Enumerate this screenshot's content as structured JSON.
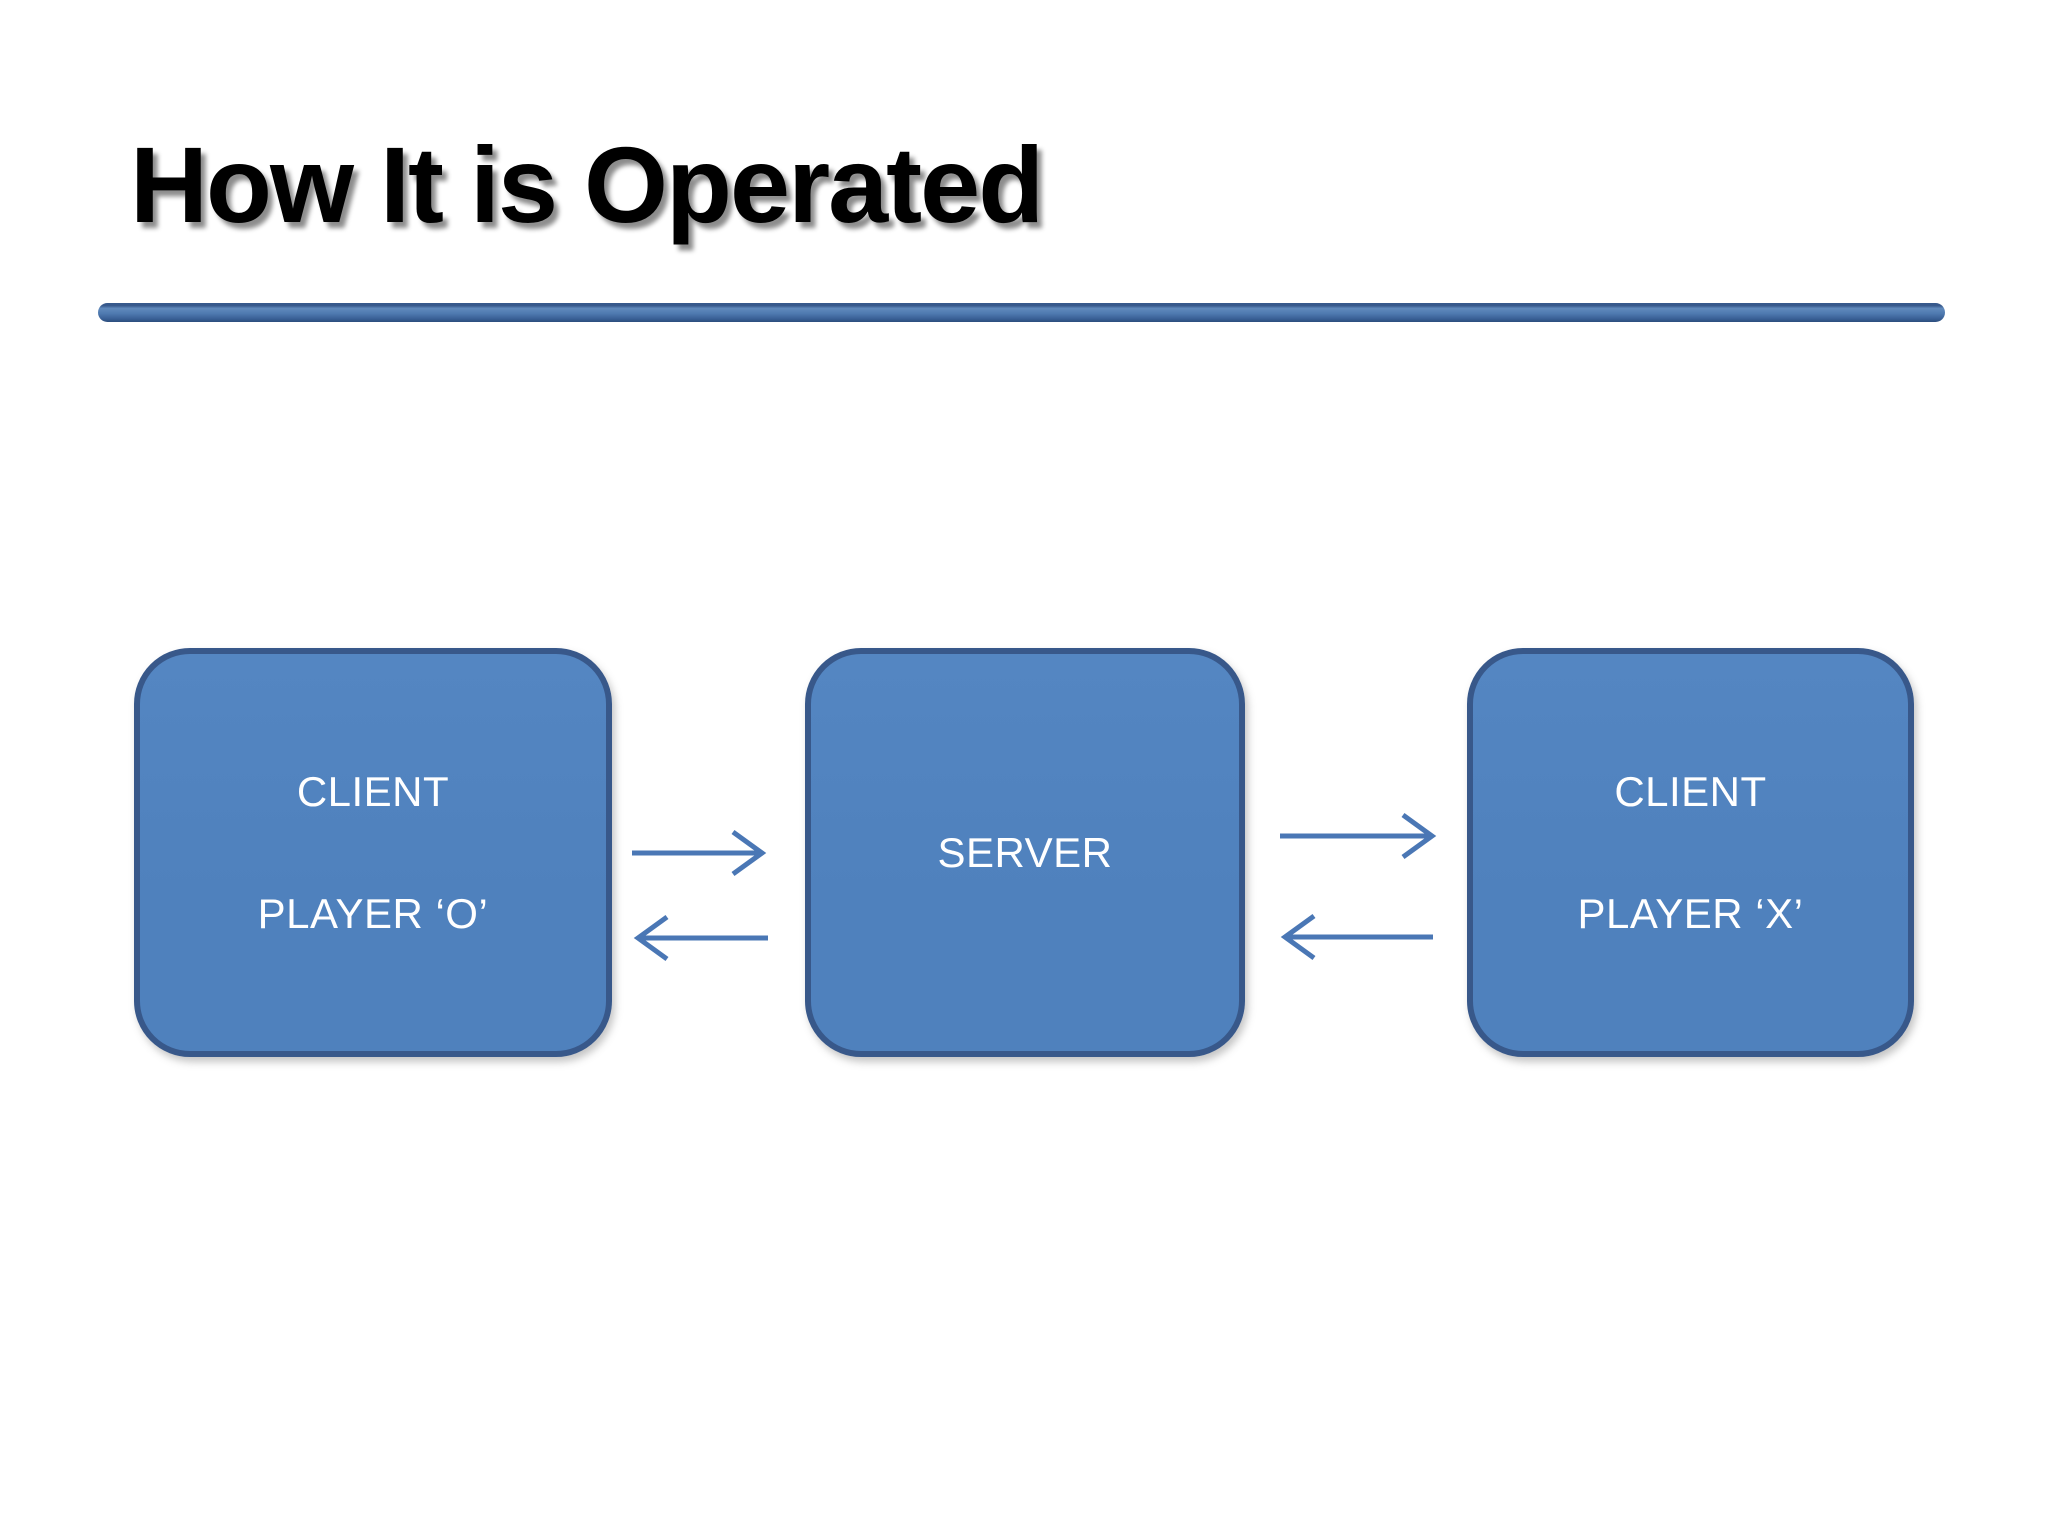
{
  "slide": {
    "title": "How It is Operated"
  },
  "styles": {
    "title_color": "#000000",
    "box_fill": "#4F81BD",
    "box_border": "#38588A",
    "box_text_color": "#FFFFFF",
    "arrow_color": "#4A77B5",
    "divider_color": "#4A74AA"
  },
  "diagram": {
    "nodes": [
      {
        "id": "client-player-o",
        "line1": "CLIENT",
        "line2": "PLAYER ‘O’"
      },
      {
        "id": "server",
        "line1": "SERVER"
      },
      {
        "id": "client-player-x",
        "line1": "CLIENT",
        "line2": "PLAYER ‘X’"
      }
    ],
    "edges": [
      {
        "from": "client-player-o",
        "to": "server",
        "direction": "right"
      },
      {
        "from": "server",
        "to": "client-player-o",
        "direction": "left"
      },
      {
        "from": "server",
        "to": "client-player-x",
        "direction": "right"
      },
      {
        "from": "client-player-x",
        "to": "server",
        "direction": "left"
      }
    ]
  }
}
